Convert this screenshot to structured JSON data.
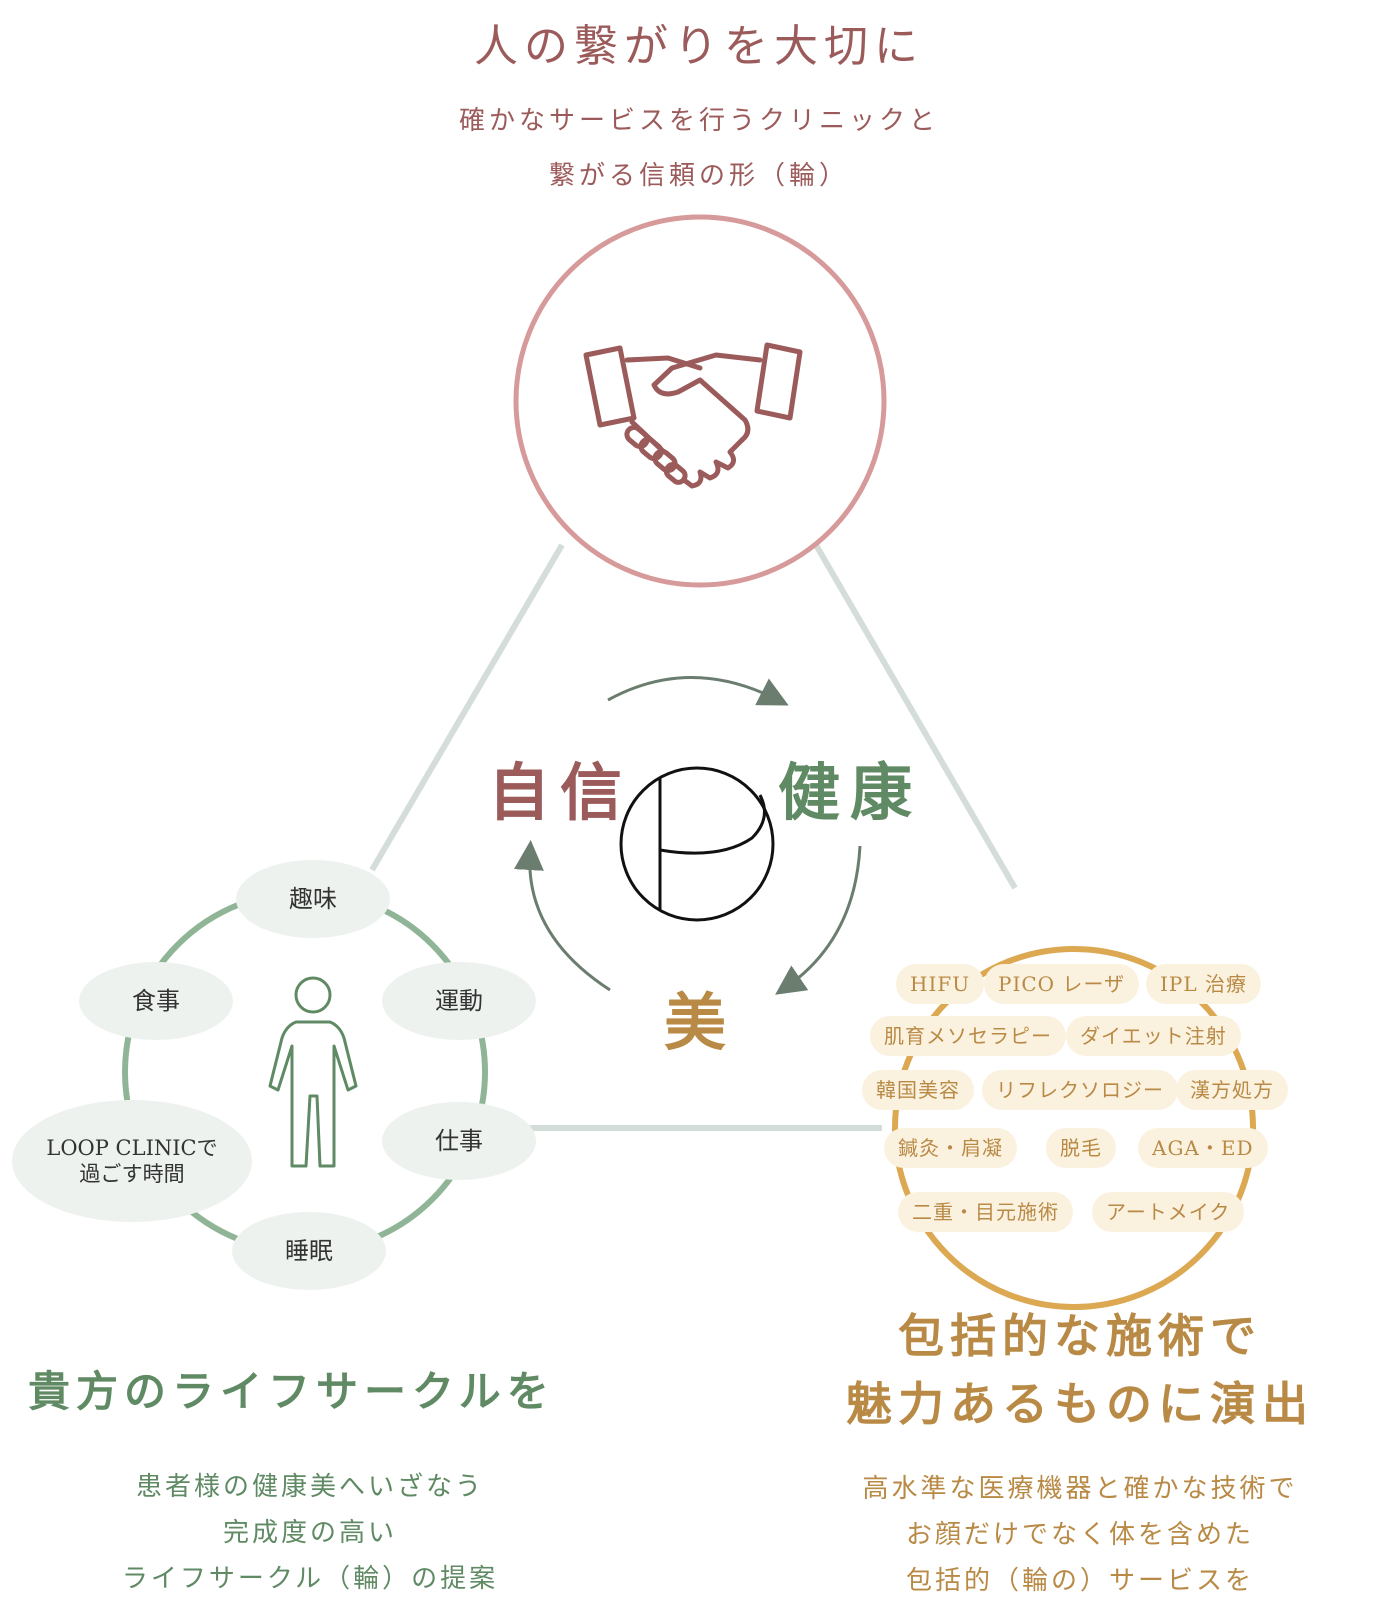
{
  "colors": {
    "rose": "#9c5b5b",
    "rose_ring": "#d79a9a",
    "green": "#5f8a64",
    "green_ring": "#8fb596",
    "gold": "#b98a45",
    "gold_ring": "#dca851",
    "connector": "#d4ddd8",
    "pill_green": "#edf2ee",
    "pill_gold": "#fbf1df",
    "arrow": "#6b7d6f",
    "text_dark": "#333333"
  },
  "top": {
    "title": "人の繋がりを大切に",
    "subtitle_lines": [
      "確かなサービスを行うクリニックと",
      "繋がる信頼の形（輪）"
    ],
    "icon": "handshake-icon"
  },
  "center": {
    "left_word": "自信",
    "right_word": "健康",
    "bottom_word": "美",
    "logo_icon": "loop-logo-icon"
  },
  "life_circle": {
    "person_icon": "person-icon",
    "items": [
      "趣味",
      "食事",
      "運動",
      "LOOP CLINICで\n過ごす時間",
      "仕事",
      "睡眠"
    ],
    "title": "貴方のライフサークルを",
    "description_lines": [
      "患者様の健康美へいざなう",
      "完成度の高い",
      "ライフサークル（輪）の提案"
    ]
  },
  "services_circle": {
    "tags": [
      "HIFU",
      "PICO レーザ",
      "IPL 治療",
      "肌育メソセラピー",
      "ダイエット注射",
      "韓国美容",
      "リフレクソロジー",
      "漢方処方",
      "鍼灸・肩凝",
      "脱毛",
      "AGA・ED",
      "二重・目元施術",
      "アートメイク"
    ],
    "title_lines": [
      "包括的な施術で",
      "魅力あるものに演出"
    ],
    "description_lines": [
      "高水準な医療機器と確かな技術で",
      "お顔だけでなく体を含めた",
      "包括的（輪の）サービスを"
    ]
  }
}
